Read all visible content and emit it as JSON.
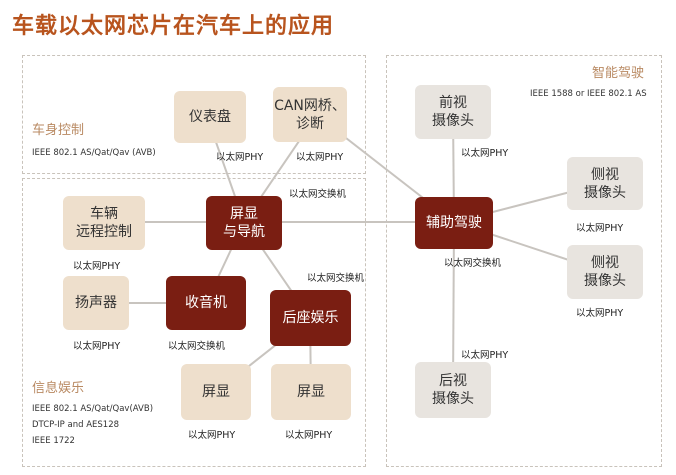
{
  "title": "车载以太网芯片在汽车上的应用",
  "regions": {
    "body_control": "车身控制",
    "adas": "智能驾驶",
    "infotainment": "信息娱乐"
  },
  "standards": {
    "body_control": "IEEE 802.1 AS/Qat/Qav (AVB)",
    "adas": "IEEE 1588 or IEEE 802.1 AS",
    "infotainment_1": "IEEE 802.1 AS/Qat/Qav(AVB)",
    "infotainment_2": "DTCP-IP and AES128",
    "infotainment_3": "IEEE 1722"
  },
  "nodes": {
    "dashboard": "仪表盘",
    "can_bridge": "CAN网桥、\n诊断",
    "display_nav": "屏显\n与导航",
    "remote_control": "车辆\n远程控制",
    "speaker": "扬声器",
    "radio": "收音机",
    "rear_entertainment": "后座娱乐",
    "display_1": "屏显",
    "display_2": "屏显",
    "adas_main": "辅助驾驶",
    "front_camera": "前视\n摄像头",
    "side_camera_1": "侧视\n摄像头",
    "side_camera_2": "侧视\n摄像头",
    "rear_camera": "后视\n摄像头"
  },
  "labels": {
    "phy": "以太网PHY",
    "switch": "以太网交换机"
  }
}
